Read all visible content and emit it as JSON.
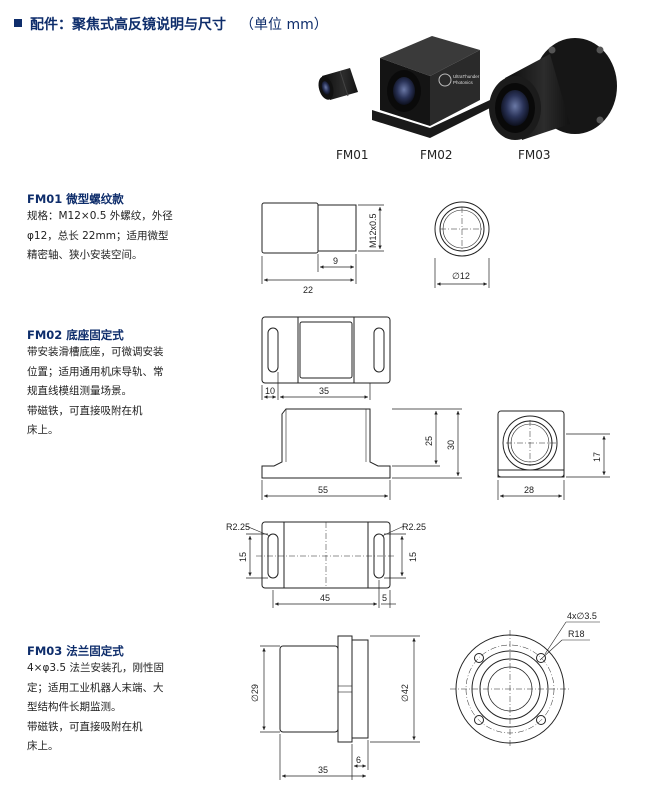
{
  "header": {
    "title": "配件：聚焦式高反镜说明与尺寸",
    "unit": "（单位 mm）"
  },
  "products": [
    {
      "label": "FM01"
    },
    {
      "label": "FM02",
      "brand_line1": "UltraThunder",
      "brand_line2": "Photonics"
    },
    {
      "label": "FM03"
    }
  ],
  "sections": {
    "fm01": {
      "title": "FM01 微型螺纹款",
      "lines": [
        "规格：M12×0.5 外螺纹，外径",
        "φ12，总长 22mm；适用微型",
        "精密轴、狭小安装空间。"
      ]
    },
    "fm02": {
      "title": "FM02 底座固定式",
      "lines": [
        "带安装滑槽底座，可微调安装",
        "位置；适用通用机床导轨、常",
        "规直线模组测量场景。",
        "带磁铁，可直接吸附在机",
        "床上。"
      ]
    },
    "fm03": {
      "title": "FM03 法兰固定式",
      "lines": [
        "4×φ3.5 法兰安装孔，刚性固",
        "定；适用工业机器人末端、大",
        "型结构件长期监测。",
        "带磁铁，可直接吸附在机",
        "床上。"
      ]
    }
  },
  "dims": {
    "fm01": {
      "len_total": "22",
      "len_thread": "9",
      "thread": "M12x0.5",
      "dia": "∅12"
    },
    "fm02": {
      "top_10": "10",
      "top_35": "35",
      "side_25": "25",
      "side_30": "30",
      "side_55": "55",
      "end_17": "17",
      "end_28": "28",
      "r_left": "R2.25",
      "r_right": "R2.25",
      "bot_15a": "15",
      "bot_15b": "15",
      "bot_45": "45",
      "bot_5": "5"
    },
    "fm03": {
      "dia29": "∅29",
      "dia42": "∅42",
      "len35": "35",
      "len6": "6",
      "holes": "4x∅3.5",
      "r18": "R18"
    }
  }
}
